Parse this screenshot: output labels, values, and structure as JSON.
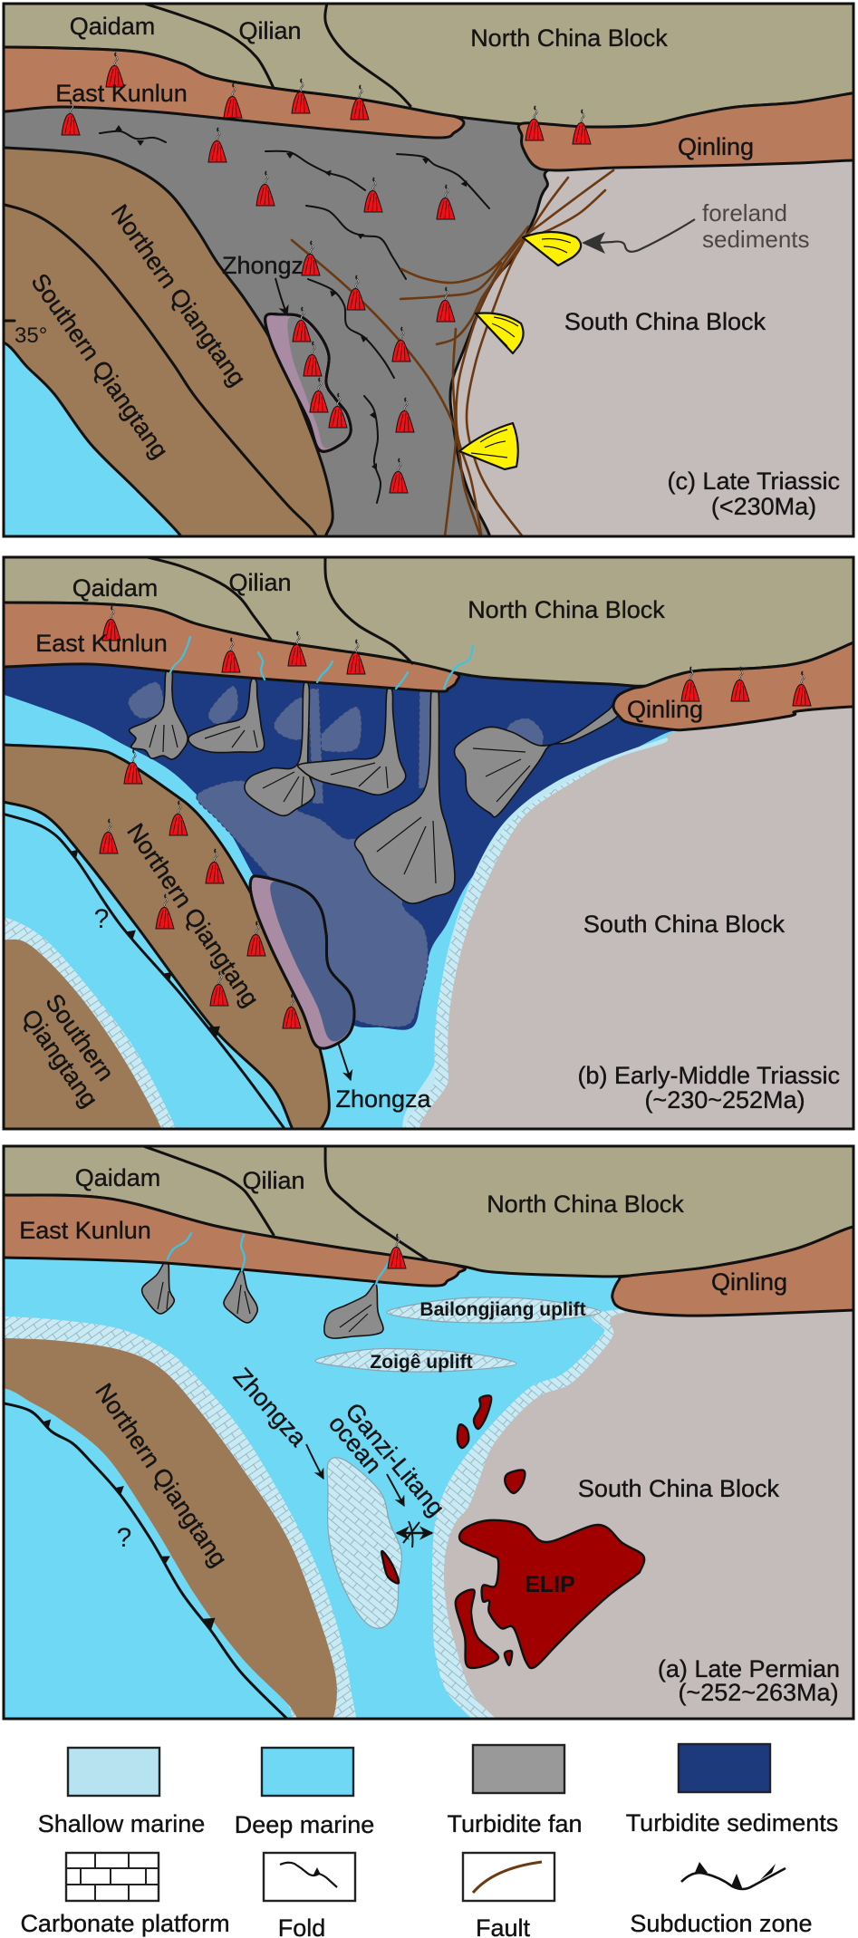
{
  "figure": {
    "panel_c": {
      "caption": "(c) Late Triassic",
      "age": "(<230Ma)",
      "labels": {
        "qaidam": "Qaidam",
        "qilian": "Qilian",
        "north_china_block": "North China Block",
        "east_kunlun": "East Kunlun",
        "qinling": "Qinling",
        "northern_qiangtang": "Northern Qiangtang",
        "southern_qiangtang": "Southern Qiangtang",
        "zhongza": "Zhongza",
        "south_china_block": "South China Block",
        "latitude": "35°",
        "foreland_line1": "foreland",
        "foreland_line2": "sediments"
      }
    },
    "panel_b": {
      "caption": "(b) Early-Middle Triassic",
      "age": "(~230~252Ma)",
      "labels": {
        "qaidam": "Qaidam",
        "qilian": "Qilian",
        "north_china_block": "North China Block",
        "east_kunlun": "East Kunlun",
        "qinling": "Qinling",
        "northern_qiangtang": "Northern Qiangtang",
        "southern_line1": "Southern",
        "southern_line2": "Qiangtang",
        "uncertain": "?",
        "south_china_block": "South China Block",
        "zhongza": "Zhongza"
      }
    },
    "panel_a": {
      "caption": "(a) Late Permian",
      "age": "(~252~263Ma)",
      "labels": {
        "qaidam": "Qaidam",
        "qilian": "Qilian",
        "north_china_block": "North China Block",
        "east_kunlun": "East Kunlun",
        "qinling": "Qinling",
        "bailongjiang": "Bailongjiang uplift",
        "zoige": "Zoigê uplift",
        "zhongza": "Zhongza",
        "ganzi_line1": "Ganzi-Litang",
        "ganzi_line2": "ocean",
        "northern_qiangtang": "Northern Qiangtang",
        "uncertain": "?",
        "south_china_block": "South China Block",
        "elip": "ELIP"
      }
    }
  },
  "legend": {
    "items": [
      {
        "label": "Shallow marine",
        "color": "#B7E3F0"
      },
      {
        "label": "Deep marine",
        "color": "#6FD8F5"
      },
      {
        "label": "Turbidite fan",
        "color": "#999999"
      },
      {
        "label": "Turbidite sediments",
        "color": "#1D3A7C"
      },
      {
        "label": "Carbonate platform",
        "symbol": "brick-pattern"
      },
      {
        "label": "Fold",
        "symbol": "fold-line"
      },
      {
        "label": "Fault",
        "symbol": "fault-line",
        "color": "#6B3A12"
      },
      {
        "label": "Subduction zone",
        "symbol": "barbed-line"
      }
    ]
  }
}
